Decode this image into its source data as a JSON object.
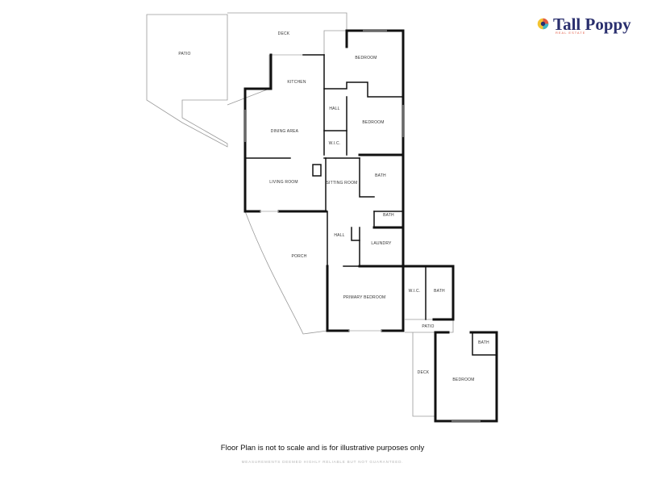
{
  "brand": {
    "name": "Tall Poppy",
    "tagline": "REAL ESTATE",
    "colors": {
      "navy": "#2a2f6e",
      "coral": "#e25a45",
      "yellow": "#f3c432",
      "teal": "#3fb6c8"
    }
  },
  "rooms": {
    "patio_left": "PATIO",
    "deck_top": "DECK",
    "kitchen": "KITCHEN",
    "bedroom_top": "BEDROOM",
    "hall_top": "HALL",
    "bedroom_mid": "BEDROOM",
    "dining": "DINING AREA",
    "wic_top": "W.I.C.",
    "living": "LIVING ROOM",
    "sitting": "SITTING ROOM",
    "bath_mid": "BATH",
    "bath_small": "BATH",
    "hall_lower": "HALL",
    "laundry": "LAUNDRY",
    "porch": "PORCH",
    "wic_primary": "W.I.C.",
    "bath_primary": "BATH",
    "primary_bedroom": "PRIMARY BEDROOM",
    "patio_small": "PATIO",
    "bath_studio": "BATH",
    "deck_side": "DECK",
    "bedroom_studio": "BEDROOM"
  },
  "footer": {
    "disclaimer": "Floor Plan is not to scale and is for illustrative purposes only",
    "fineprint": "MEASUREMENTS DEEMED HIGHLY RELIABLE BUT NOT GUARANTEED."
  }
}
